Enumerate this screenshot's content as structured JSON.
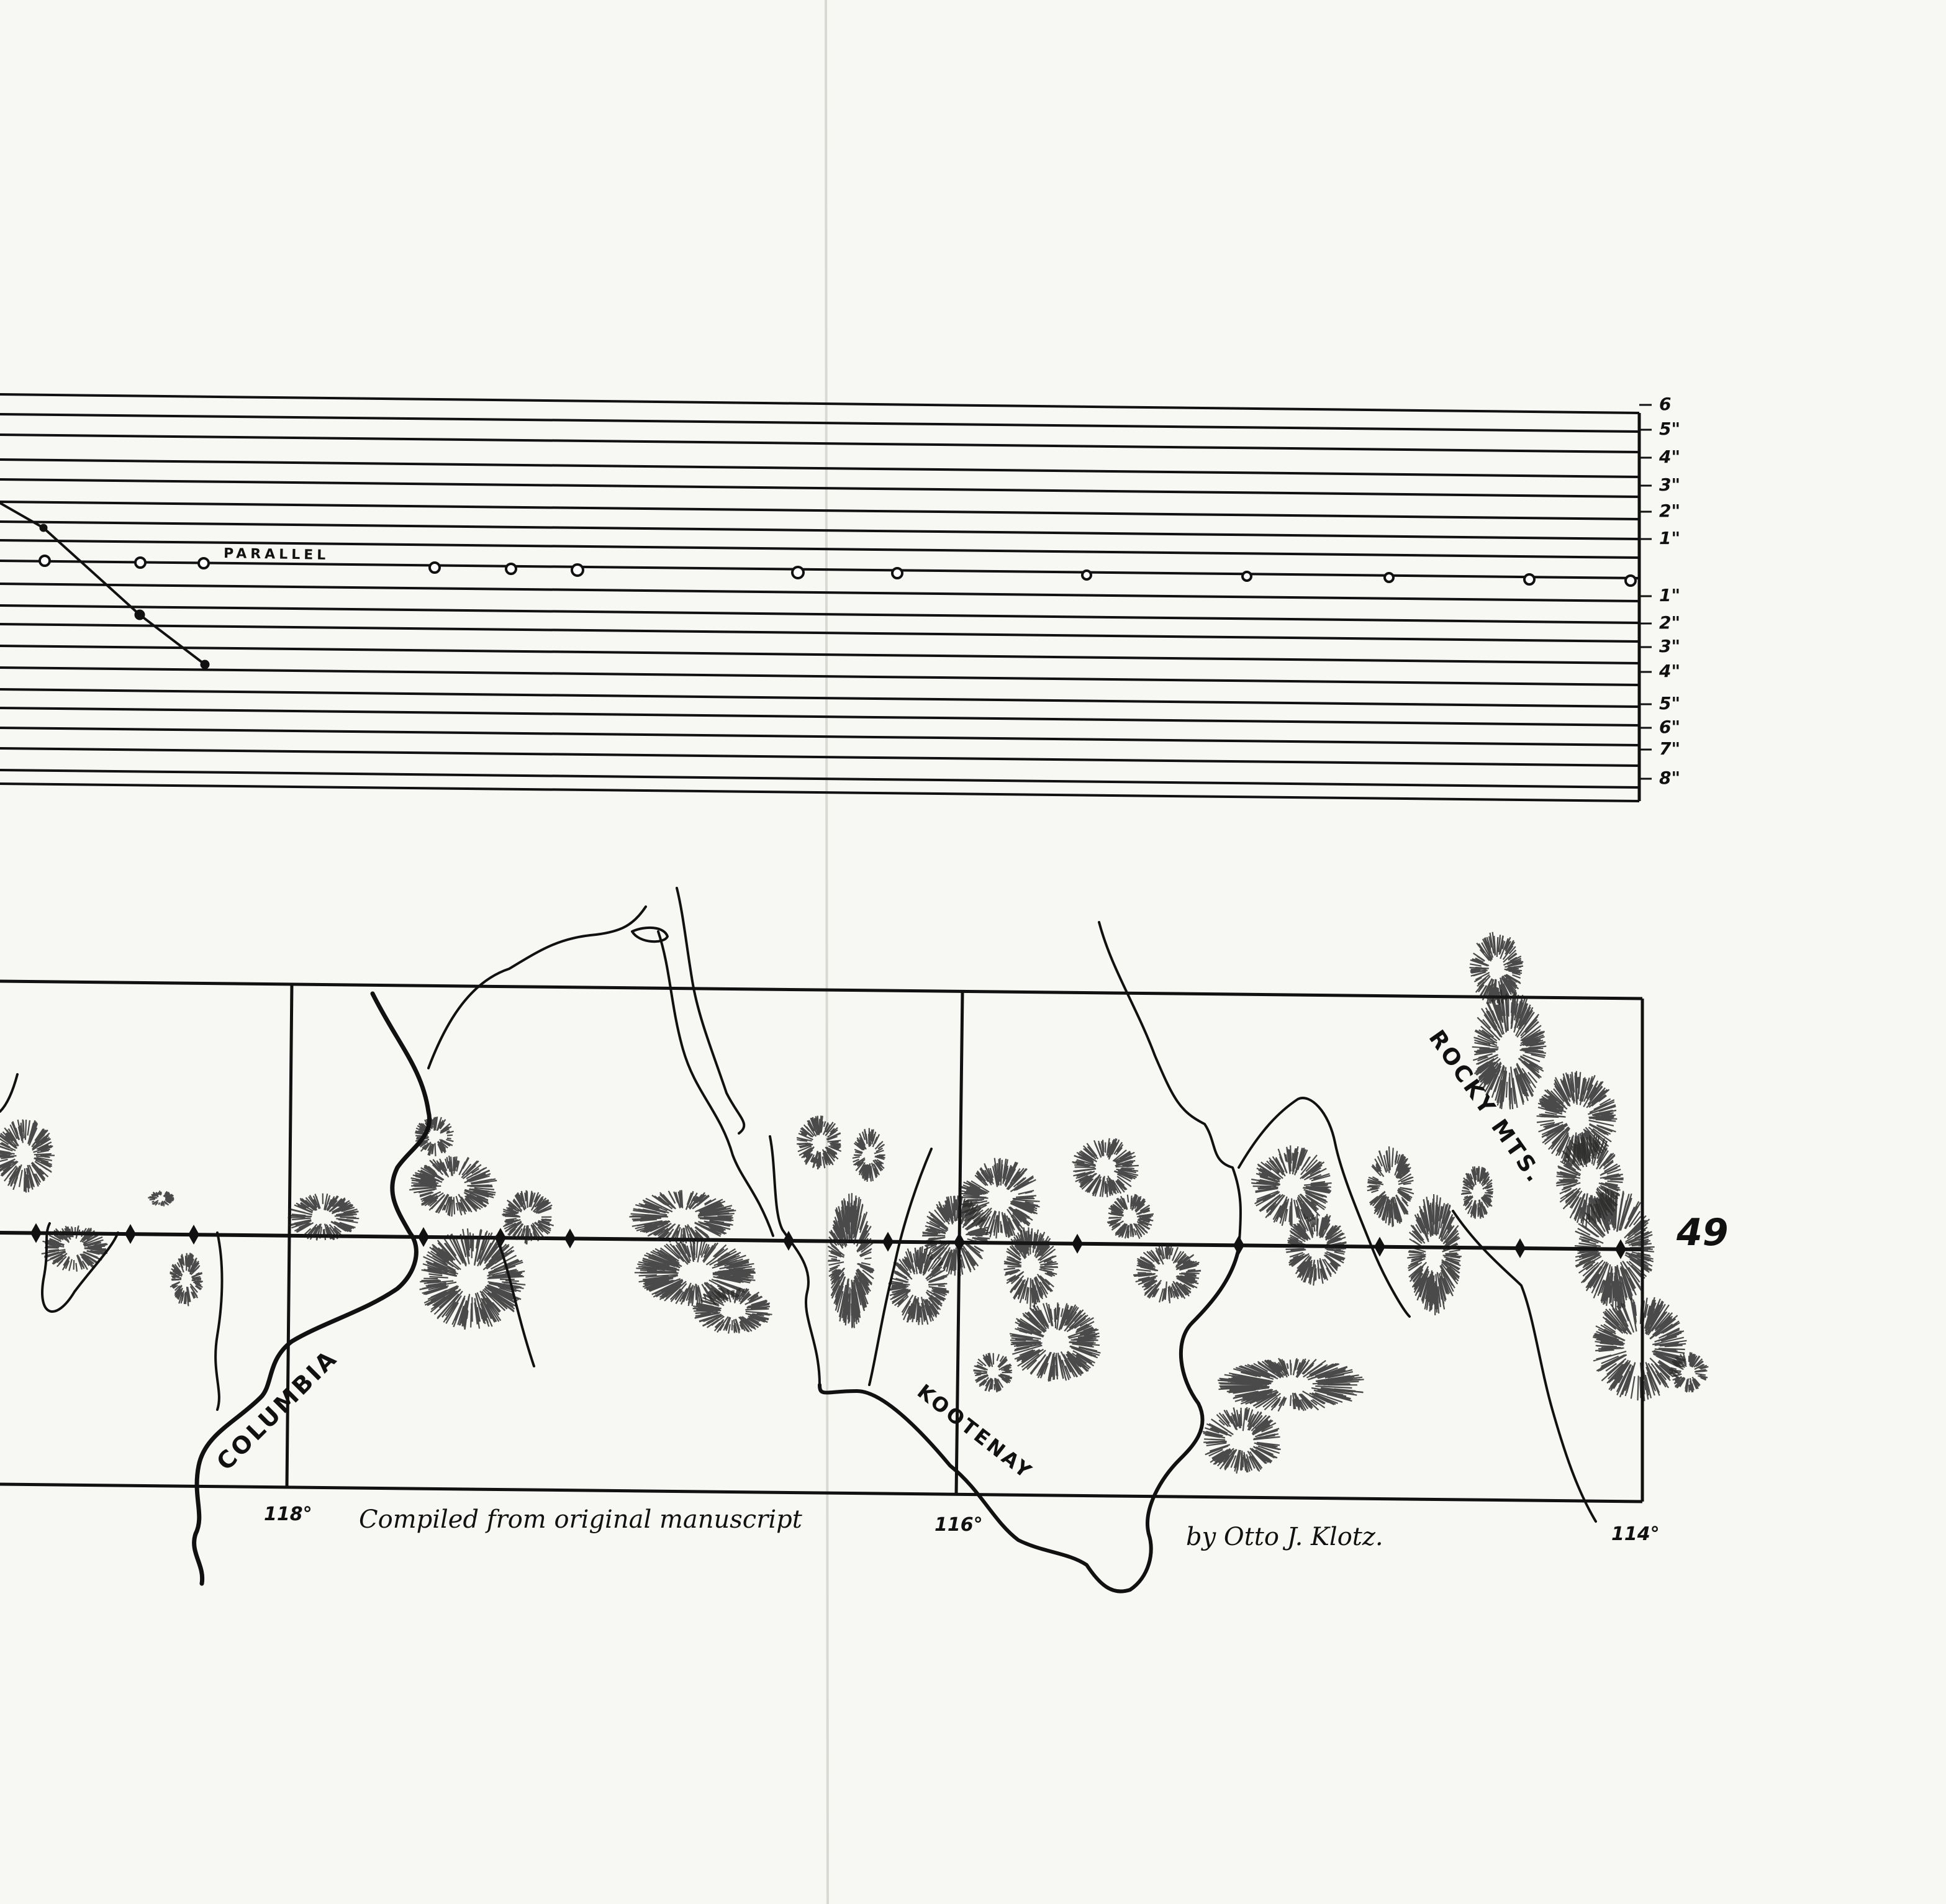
{
  "diagram": {
    "label_parallel": "PARALLEL",
    "scale_labels": [
      "6",
      "5\"",
      "4\"",
      "3\"",
      "2\"",
      "1\"",
      "1\"",
      "2\"",
      "3\"",
      "4\"",
      "5\"",
      "6\"",
      "7\"",
      "8\""
    ]
  },
  "map": {
    "parallel_label": "49",
    "longitude_labels": [
      "118°",
      "116°",
      "114°"
    ],
    "place_labels": {
      "columbia": "COLUMBIA",
      "kootenay": "KOOTENAY",
      "rocky_mts": "ROCKY MTS."
    },
    "credit_left": "Compiled from original manuscript",
    "credit_right": "by Otto J. Klotz."
  },
  "colors": {
    "ink": "#111111",
    "paper": "#f7f7f4"
  }
}
